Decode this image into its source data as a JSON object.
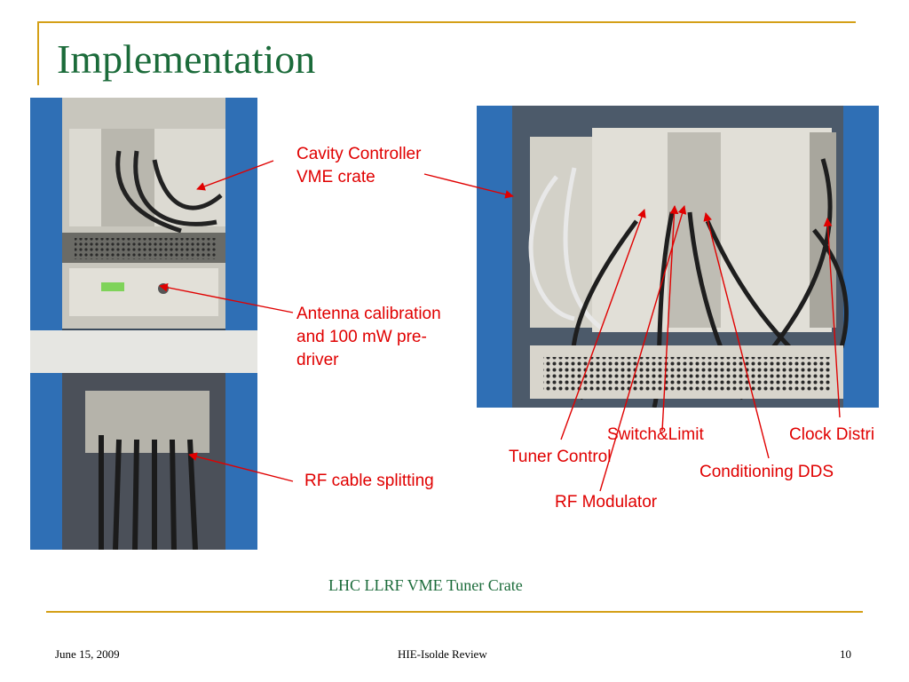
{
  "slide": {
    "title": "Implementation",
    "caption": "LHC LLRF VME Tuner Crate",
    "footer": {
      "date": "June 15, 2009",
      "center": "HIE-Isolde Review",
      "page": "10"
    }
  },
  "labels": {
    "cavity_controller": [
      "Cavity Controller",
      "VME crate"
    ],
    "antenna": [
      "Antenna calibration",
      "and 100 mW pre-",
      "driver"
    ],
    "rf_cable": "RF cable splitting",
    "switch_limit": "Switch&Limit",
    "clock_distri": "Clock Distri",
    "tuner_control": "Tuner Control",
    "conditioning_dds": "Conditioning DDS",
    "rf_modulator": "RF Modulator"
  },
  "colors": {
    "title": "#1b6b3a",
    "accent_rule": "#d4a017",
    "annotation": "#e00000",
    "rack_blue": "#2f6fb5"
  }
}
